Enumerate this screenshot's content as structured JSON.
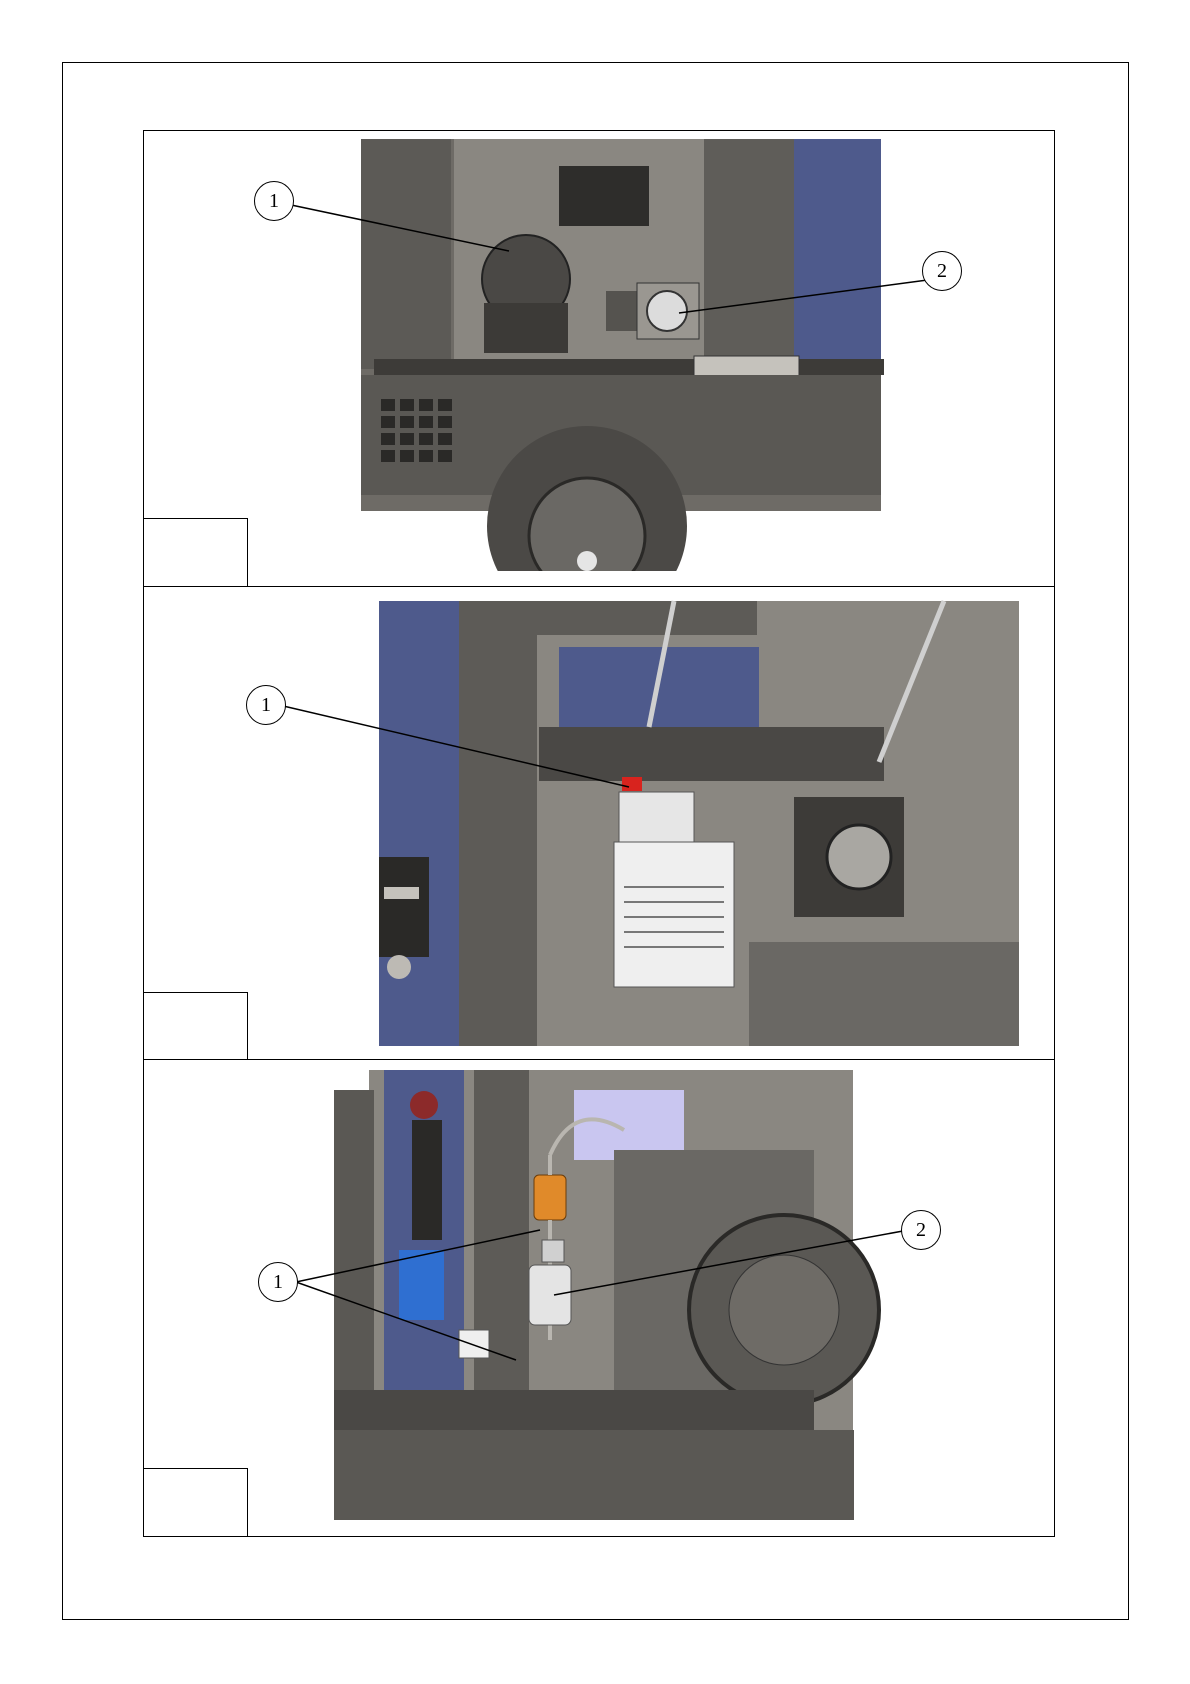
{
  "panels": [
    {
      "id": "panel-1",
      "callouts": [
        "1",
        "2"
      ]
    },
    {
      "id": "panel-2",
      "callouts": [
        "1"
      ]
    },
    {
      "id": "panel-3",
      "callouts": [
        "1",
        "2"
      ]
    }
  ],
  "colors": {
    "body_gray": "#6e6b66",
    "dark_gray": "#3f3d3a",
    "frame_blue": "#4e5a8c",
    "light_gray": "#d9d9d9",
    "fuel_pump_orange": "#e08a2a",
    "socket_blue": "#2f6fd1",
    "tap_red": "#d8231e"
  }
}
